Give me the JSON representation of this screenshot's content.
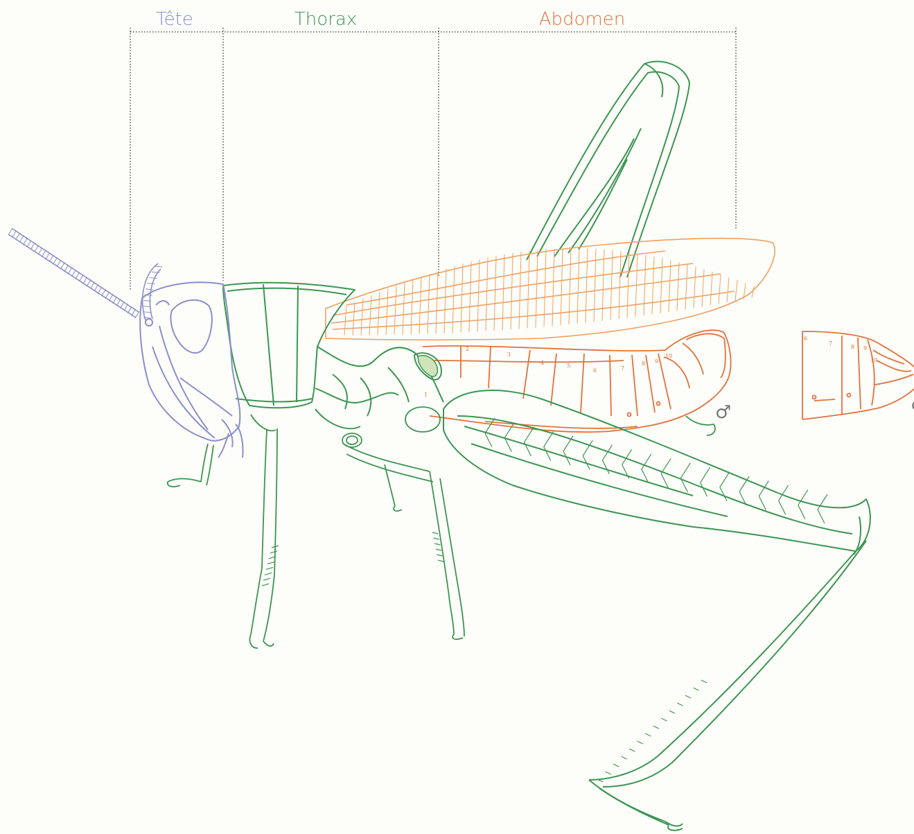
{
  "colors": {
    "head": "#8a8fcb",
    "thorax": "#3b9552",
    "abdomen": "#e2723a",
    "wing": "#f0a060",
    "neutral": "#777777",
    "guide": "#333333",
    "background": "#fdfdf9"
  },
  "regions": {
    "head": "Tête",
    "thorax": "Thorax",
    "abdomen": "Abdomen"
  },
  "segments_main": [
    "1",
    "2",
    "3",
    "4",
    "5",
    "6",
    "7",
    "8",
    "9",
    "10"
  ],
  "segments_inset": [
    "6",
    "7",
    "8",
    "9",
    "10"
  ],
  "sex_symbol": "♂",
  "inset_symbol": "♀"
}
